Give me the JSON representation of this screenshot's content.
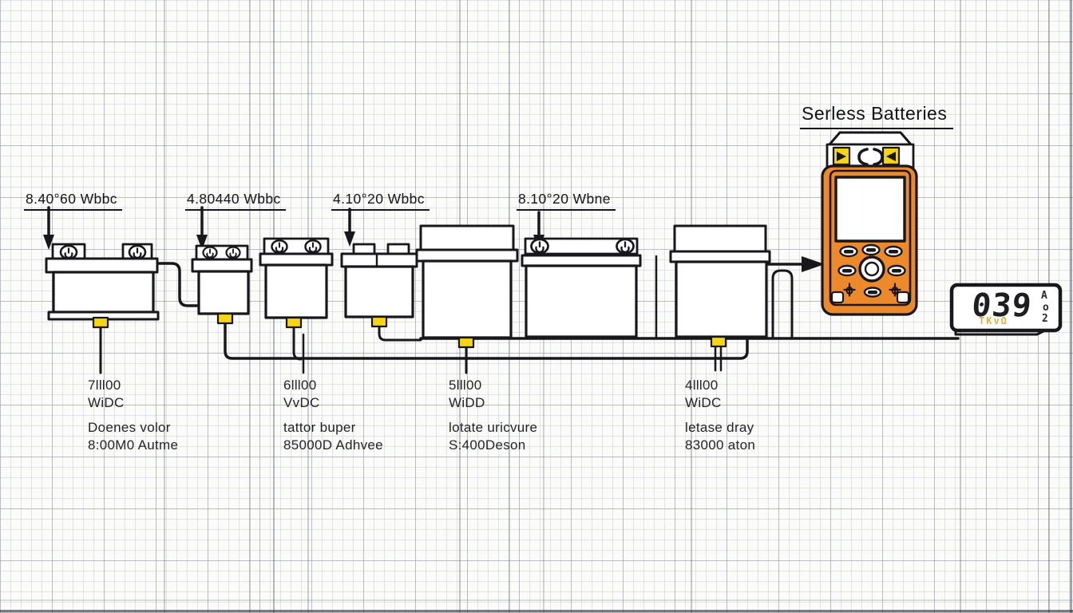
{
  "title": {
    "text": "Serless Batteries"
  },
  "top_labels": [
    {
      "text": "8.40°60 Wbbc"
    },
    {
      "text": "4.80440 Wbbc"
    },
    {
      "text": "4.10°20 Wbbc"
    },
    {
      "text": "8.10°20 Wbne"
    }
  ],
  "bottom_labels": [
    {
      "line1": "7lll00",
      "line2": "WiDC",
      "line3": "Doenes volor",
      "line4": "8:00M0 Autme"
    },
    {
      "line1": "6lll00",
      "line2": "VvDC",
      "line3": "tattor buper",
      "line4": "85000D Adhvee"
    },
    {
      "line1": "5lll00",
      "line2": "WiDD",
      "line3": "lotate uricvure",
      "line4": "S:400Deson"
    },
    {
      "line1": "4lll00",
      "line2": "WiDC",
      "line3": "letase dray",
      "line4": "83000 aton"
    }
  ],
  "meter": {
    "display": {
      "digits": "039",
      "sub_label": "TKvΩ",
      "side_symbols": [
        "A",
        "o",
        "2"
      ]
    }
  },
  "diagram": {
    "battery_count": 7,
    "connection": "series"
  },
  "icons": {
    "battery_terminal": "power-circle",
    "meter_probe_jack": "yellow-square",
    "meter_bracket_pair": "( )",
    "meter_dial": "circle-ring",
    "meter_crosshair_button": "position-cross",
    "down_arrow": "↓",
    "right_arrow": "→"
  },
  "colors": {
    "wire": "#17171c",
    "terminal_yellow": "#f6d513",
    "meter_orange": "#ec8a2b",
    "lcd_accent_yellow": "#e4af35",
    "paper": "#fbfbf9",
    "grid_minor": "#b0b3bc",
    "grid_major": "#9497a2"
  }
}
